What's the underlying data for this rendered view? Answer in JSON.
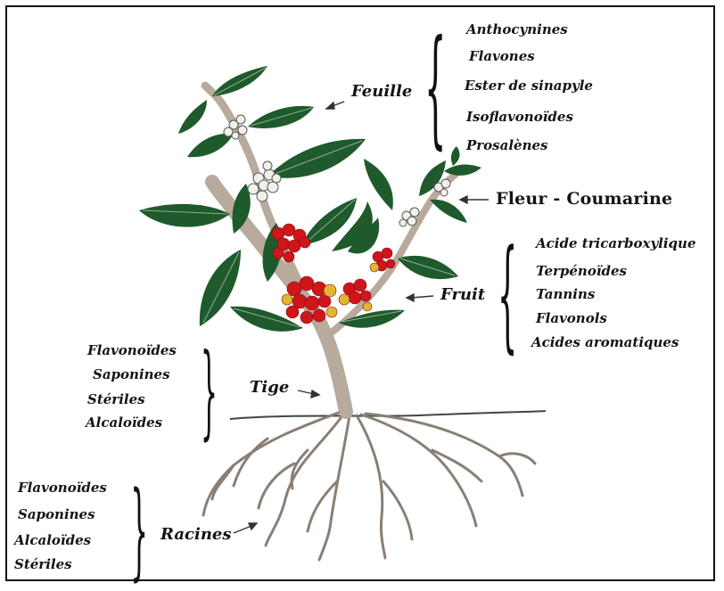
{
  "diagram": {
    "parts": {
      "feuille": {
        "label": "Feuille",
        "compounds": [
          "Anthocynines",
          "Flavones",
          "Ester de sinapyle",
          "Isoflavonoïdes",
          "Prosalènes"
        ]
      },
      "fleur": {
        "label": "Fleur - Coumarine"
      },
      "fruit": {
        "label": "Fruit",
        "compounds": [
          "Acide tricarboxylique",
          "Terpénoïdes",
          "Tannins",
          "Flavonols",
          "Acides aromatiques"
        ]
      },
      "tige": {
        "label": "Tige",
        "compounds": [
          "Flavonoïdes",
          "Saponines",
          "Stériles",
          "Alcaloïdes"
        ]
      },
      "racines": {
        "label": "Racines",
        "compounds": [
          "Flavonoïdes",
          "Saponines",
          "Alcaloïdes",
          "Stériles"
        ]
      }
    },
    "colors": {
      "leaf": "#1f5a2c",
      "leaf_vein": "#8fae94",
      "stem": "#b8aa9c",
      "root": "#8a7f74",
      "berry": "#d0161b",
      "berry_unripe": "#e3b630",
      "flower": "#f1f1ea"
    }
  }
}
